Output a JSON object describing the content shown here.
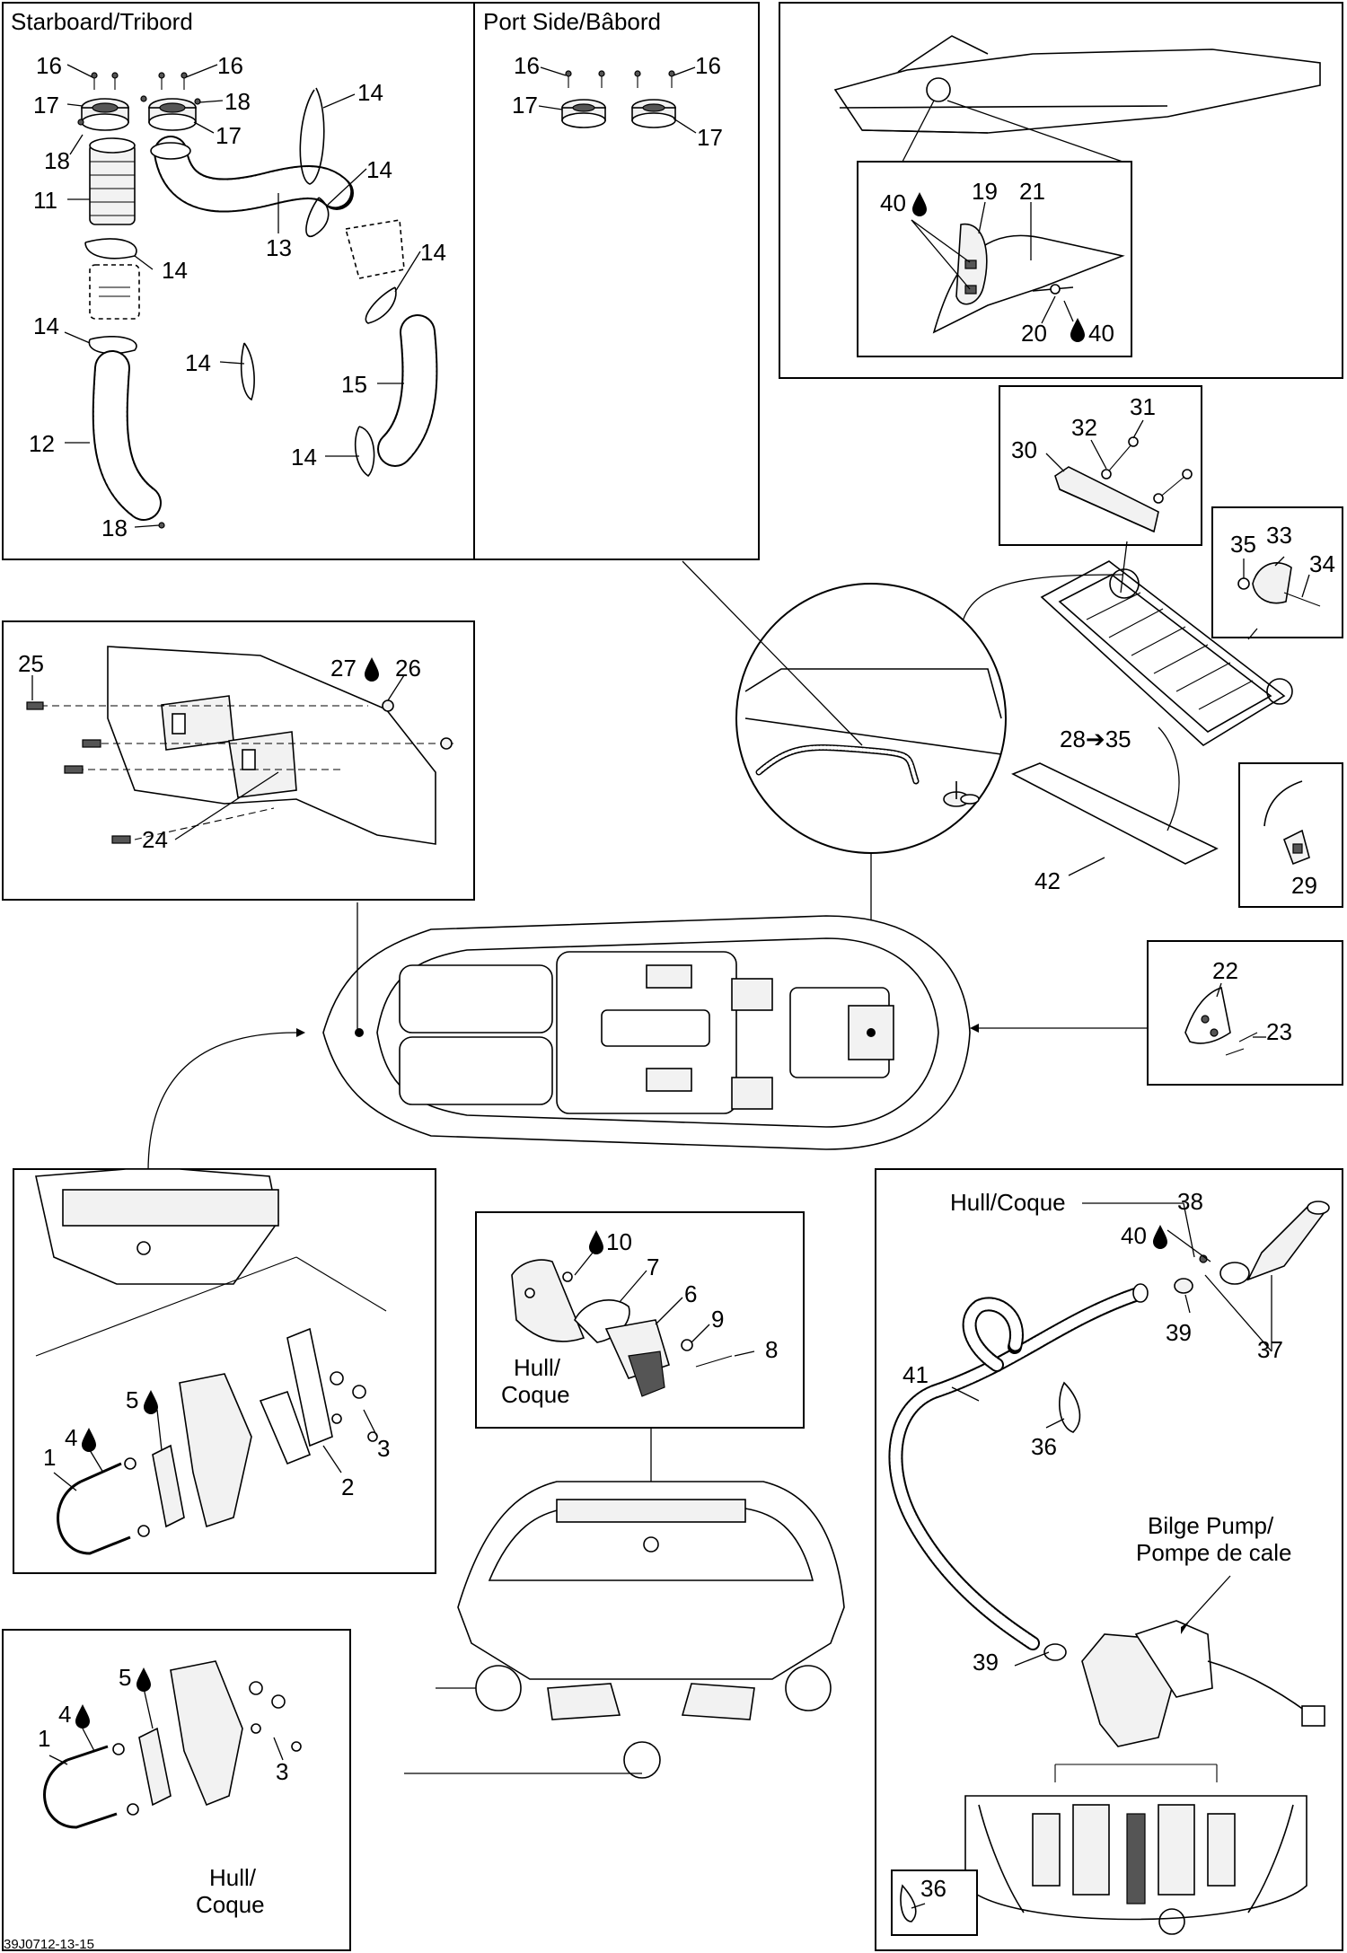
{
  "panels": {
    "starboard_title": "Starboard/Tribord",
    "port_title": "Port Side/Bâbord"
  },
  "labels": {
    "hull_coque_top_right": "Hull/Coque",
    "hull_drain_1": "Hull/",
    "hull_drain_2": "Coque",
    "hull_bottom_1": "Hull/",
    "hull_bottom_2": "Coque",
    "bilge_pump_1": "Bilge Pump/",
    "bilge_pump_2": "Pompe de cale"
  },
  "callouts": {
    "c16a": "16",
    "c16b": "16",
    "c17a": "17",
    "c18a": "18",
    "c18b": "18",
    "c17b": "17",
    "c14a": "14",
    "c14b": "14",
    "c14c": "14",
    "c14d": "14",
    "c14e": "14",
    "c14f": "14",
    "c14g": "14",
    "c11": "11",
    "c13": "13",
    "c12": "12",
    "c15": "15",
    "c18c": "18",
    "p16a": "16",
    "p16b": "16",
    "p17a": "17",
    "p17b": "17",
    "c40a": "40",
    "c19": "19",
    "c21": "21",
    "c20": "20",
    "c40b": "40",
    "c31": "31",
    "c32": "32",
    "c30": "30",
    "c33": "33",
    "c35": "35",
    "c34": "34",
    "c28to35": "28➔35",
    "c29": "29",
    "c42": "42",
    "c25": "25",
    "c27": "27",
    "c26": "26",
    "c24": "24",
    "c22": "22",
    "c23": "23",
    "c10": "10",
    "c7": "7",
    "c6": "6",
    "c9": "9",
    "c8": "8",
    "c38": "38",
    "c40c": "40",
    "c39a": "39",
    "c37": "37",
    "c41": "41",
    "c36a": "36",
    "c39b": "39",
    "c36b": "36",
    "ul_5": "5",
    "ul_4": "4",
    "ul_1": "1",
    "ul_3": "3",
    "ul_2": "2",
    "ll_5": "5",
    "ll_4": "4",
    "ll_1": "1",
    "ll_3": "3"
  },
  "figure_code": "39J0712-13-15"
}
